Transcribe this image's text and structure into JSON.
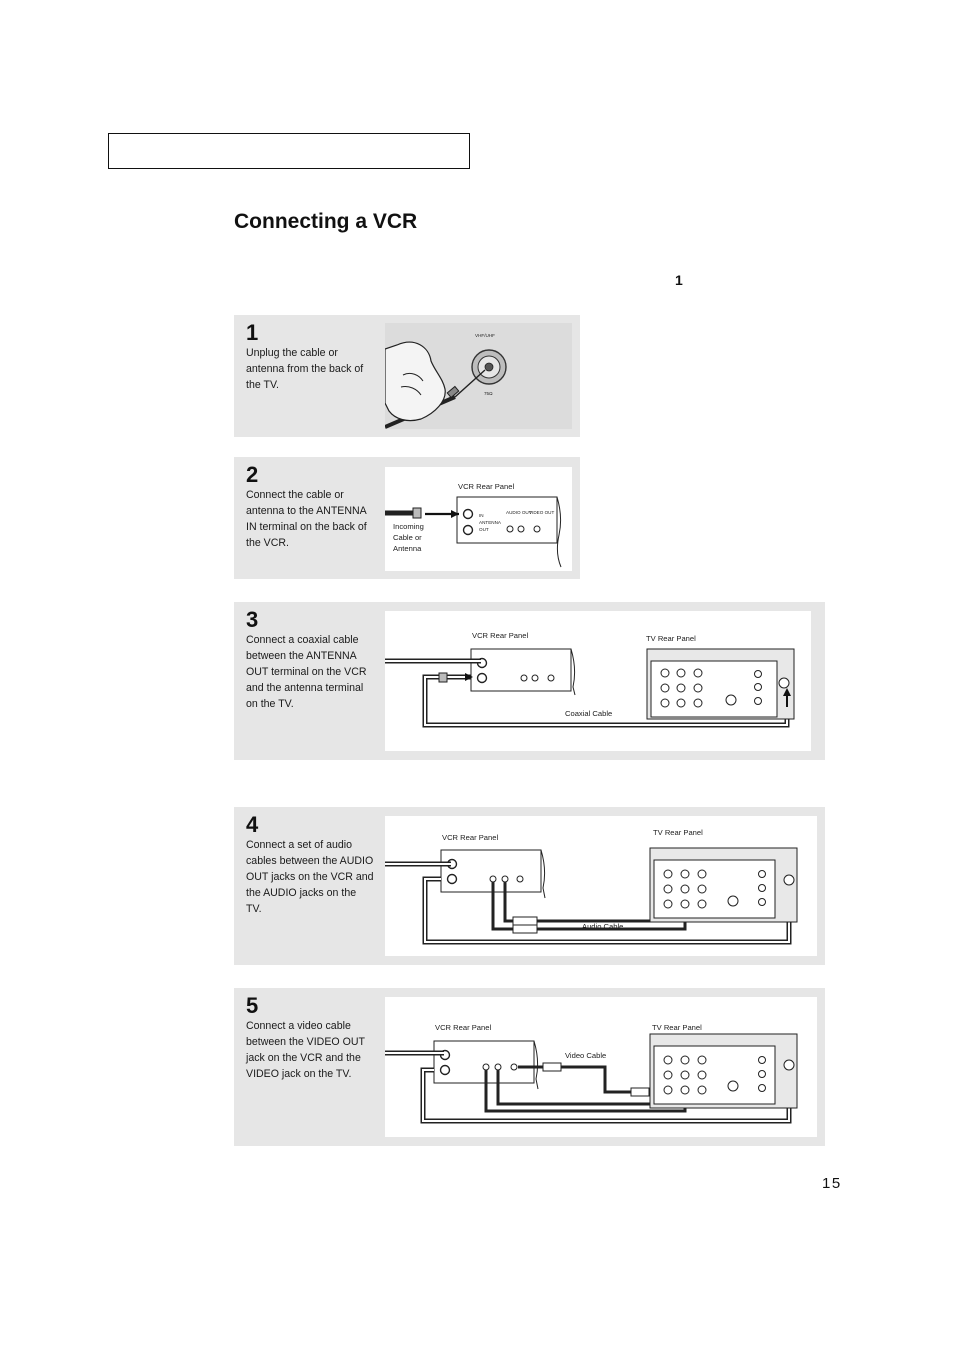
{
  "header": {
    "section_box": ""
  },
  "title": "Connecting a VCR",
  "note_marker": "1",
  "steps": [
    {
      "number": "1",
      "text": "Unplug the cable or antenna from the back of the TV."
    },
    {
      "number": "2",
      "text": "Connect the cable or antenna to the ANTENNA IN terminal on the back of the VCR."
    },
    {
      "number": "3",
      "text": "Connect a coaxial cable between the ANTENNA OUT terminal on the VCR and the antenna terminal on the TV."
    },
    {
      "number": "4",
      "text": "Connect a set of audio cables between the AUDIO OUT jacks on the VCR and the AUDIO jacks on the TV."
    },
    {
      "number": "5",
      "text": "Connect a video cable between the VIDEO OUT jack on the VCR and the VIDEO jack on the TV."
    }
  ],
  "diagrams": {
    "d1": {
      "vhf_label": "VHF/UHF",
      "ohm_label": "75Ω"
    },
    "d2": {
      "panel_label": "VCR Rear Panel",
      "in_label": "IN",
      "antenna_label": "ANTENNA",
      "out_label": "OUT",
      "audio_out": "AUDIO OUT",
      "video_out": "VIDEO OUT",
      "incoming_1": "Incoming",
      "incoming_2": "Cable or",
      "incoming_3": "Antenna"
    },
    "d3": {
      "vcr_label": "VCR Rear Panel",
      "tv_label": "TV Rear Panel",
      "cable_label": "Coaxial Cable"
    },
    "d4": {
      "vcr_label": "VCR Rear Panel",
      "tv_label": "TV Rear Panel",
      "cable_label": "Audio Cable"
    },
    "d5": {
      "vcr_label": "VCR Rear Panel",
      "tv_label": "TV Rear Panel",
      "cable_label": "Video Cable"
    }
  },
  "page_number": "15"
}
